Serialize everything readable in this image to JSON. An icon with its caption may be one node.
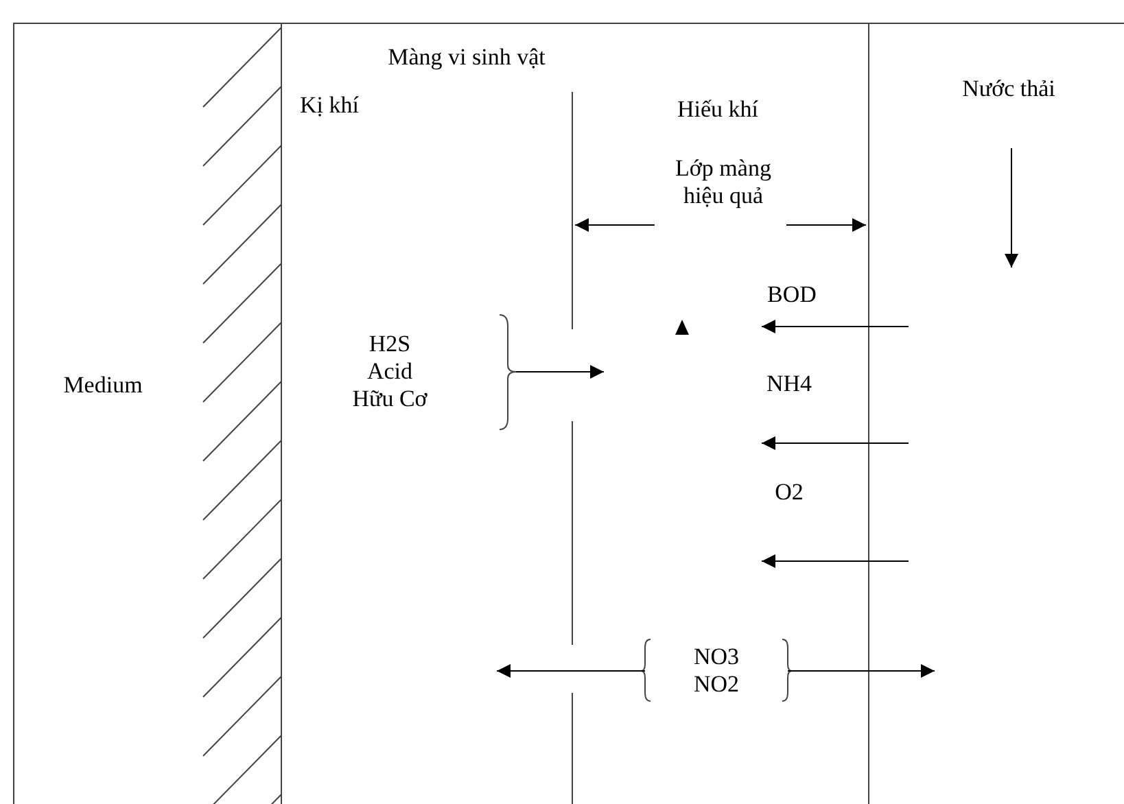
{
  "diagram": {
    "nodes": [
      {
        "text": [
          "H2S Acid Hữu Cơ"
        ]
      },
      {
        "text": [
          "NO3 NO2"
        ]
      }
    ],
    "edges": [
      {
        "from": 0,
        "to": null,
        "arrow": "to"
      },
      {
        "from": 1,
        "to": null,
        "arrow": "to"
      },
      {
        "from": 1,
        "to": null,
        "arrow": "to"
      }
    ],
    "labels": [
      "Màng vi sinh vật",
      "Kị khí",
      "Hiếu khí",
      "Nước thải",
      "Lớp màng hiệu quả",
      "BOD",
      "Medium",
      "NH4",
      "O2"
    ]
  }
}
